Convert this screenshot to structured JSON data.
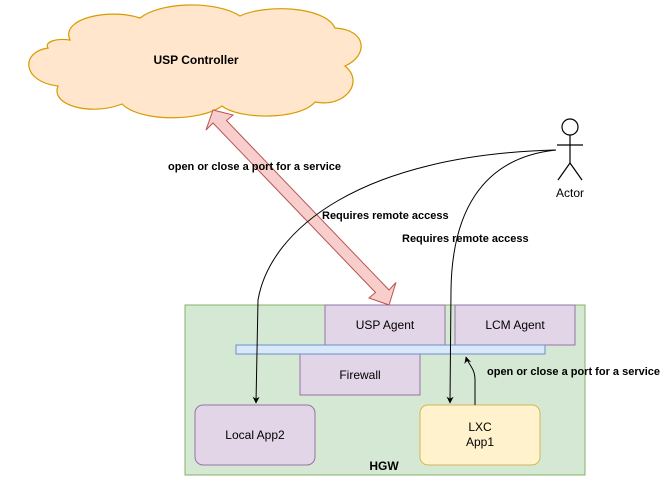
{
  "diagram": {
    "cloud": {
      "label": "USP Controller",
      "fill": "#FFE6CC",
      "stroke": "#D79B00"
    },
    "actor": {
      "label": "Actor"
    },
    "hgw": {
      "label": "HGW",
      "fill": "#D5E8D4",
      "stroke": "#82B366"
    },
    "usp_agent": {
      "label": "USP Agent",
      "fill": "#E1D5E7",
      "stroke": "#9673A6"
    },
    "lcm_agent": {
      "label": "LCM Agent",
      "fill": "#E1D5E7",
      "stroke": "#9673A6"
    },
    "bus": {
      "fill": "#DAE8FC",
      "stroke": "#6C8EBF"
    },
    "firewall": {
      "label": "Firewall",
      "fill": "#E1D5E7",
      "stroke": "#9673A6"
    },
    "local_app": {
      "label": "Local App2",
      "fill": "#E1D5E7",
      "stroke": "#9673A6"
    },
    "lxc": {
      "label_line1": "LXC",
      "label_line2": "App1",
      "fill": "#FFF2CC",
      "stroke": "#D6B656"
    },
    "double_arrow": {
      "fill": "#F8CECC",
      "stroke": "#B85450"
    },
    "edge_labels": {
      "controller_port": "open or  close a port for a service",
      "remote_access_left": "Requires remote access",
      "remote_access_right": "Requires remote access",
      "lxc_port": "open or  close a port for a service"
    }
  }
}
